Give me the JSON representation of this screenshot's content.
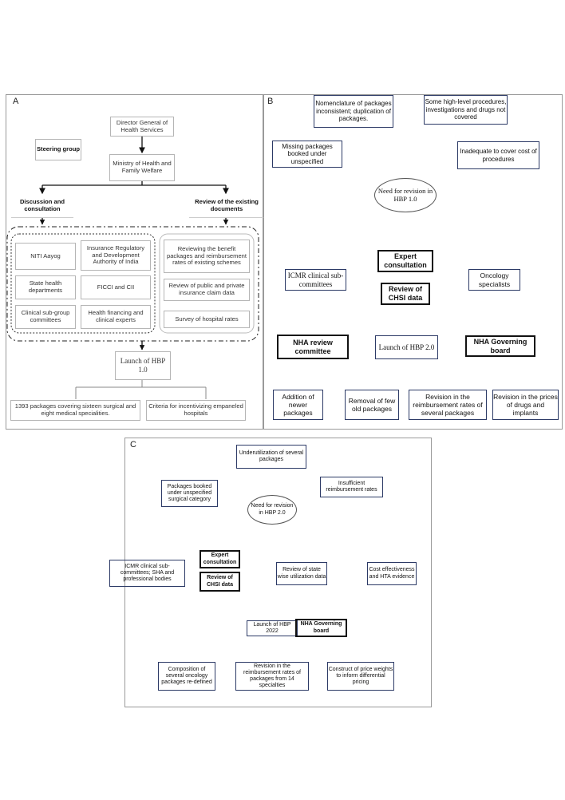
{
  "panel_a": {
    "label": "A",
    "director": "Director General of Health Services",
    "ministry": "Ministry of Health and Family Welfare",
    "steering": "Steering group",
    "discussion": "Discussion and consultation",
    "review": "Review of the existing documents",
    "niti": "NITI Aayog",
    "irda": "Insurance Regulatory and Development Authority of India",
    "state": "State health departments",
    "ficci": "FICCI and CII",
    "clinical": "Clinical sub-group committees",
    "financing": "Health financing and clinical experts",
    "benefit": "Reviewing the benefit packages and reimbursement rates of existing schemes",
    "claims": "Review of public and private insurance claim data",
    "survey": "Survey of hospital rates",
    "launch": "Launch of HBP 1.0",
    "packages": "1393 packages covering sixteen surgical and eight medical specialities.",
    "criteria": "Criteria for incentivizing empaneled hospitals"
  },
  "panel_b": {
    "label": "B",
    "nomenclature": "Nomenclature of packages inconsistent; duplication of packages.",
    "high_level": "Some high-level procedures, investigations and drugs not covered",
    "missing": "Missing packages booked under unspecified",
    "inadequate": "Inadequate to cover cost of procedures",
    "need": "Need for revision in HBP 1.0",
    "expert": "Expert consultation",
    "icmr": "ICMR clinical sub-committees",
    "oncology": "Oncology specialists",
    "chsi": "Review of CHSI data",
    "nha_review": "NHA review committee",
    "launch": "Launch of HBP 2.0",
    "nha_board": "NHA Governing board",
    "addition": "Addition of newer packages",
    "removal": "Removal of few old packages",
    "revision_rates": "Revision in the reimbursement rates of several packages",
    "revision_prices": "Revision in the prices of drugs and implants"
  },
  "panel_c": {
    "label": "C",
    "underutil": "Underutilization of several packages",
    "booked": "Packages booked under unspecified surgical category",
    "insufficient": "Insufficient reimbursement rates",
    "need": "Need for revision in HBP 2.0",
    "icmr": "ICMR clinical sub-committees; SHA and professional bodies",
    "expert": "Expert consultation",
    "chsi": "Review of CHSI data",
    "statewise": "Review of state wise utilization data",
    "cost": "Cost effectiveness and HTA evidence",
    "launch": "Launch of HBP 2022",
    "nha_board": "NHA Governing board",
    "composition": "Composition of several oncology packages re-defined",
    "revision": "Revision in the reimbursement rates of packages from 14 specialties",
    "construct": "Construct of price weights to inform differential pricing"
  }
}
